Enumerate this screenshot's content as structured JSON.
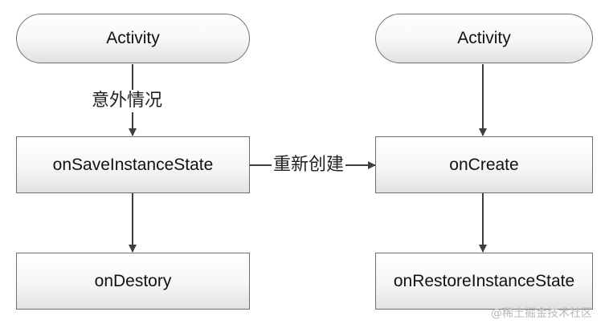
{
  "diagram": {
    "nodes": {
      "activity_left": "Activity",
      "activity_right": "Activity",
      "on_save_instance_state": "onSaveInstanceState",
      "on_destory": "onDestory",
      "on_create": "onCreate",
      "on_restore_instance_state": "onRestoreInstanceState"
    },
    "edge_labels": {
      "unexpected": "意外情况",
      "recreate": "重新创建"
    }
  },
  "watermark": "@稀土掘金技术社区",
  "colors": {
    "line": "#3f3f3f",
    "border": "#6f6f6f",
    "fill_top": "#ffffff",
    "fill_bottom": "#e2e2e2"
  }
}
